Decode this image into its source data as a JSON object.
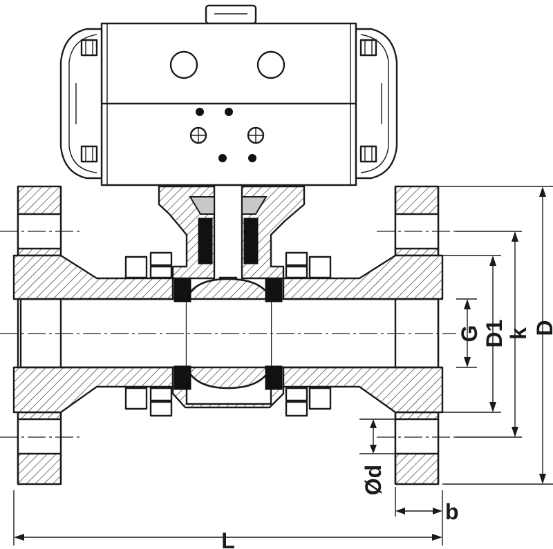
{
  "labels": {
    "G": "G",
    "D1": "D1",
    "k": "k",
    "D": "D",
    "d": "Ød",
    "b": "b",
    "L": "L"
  }
}
